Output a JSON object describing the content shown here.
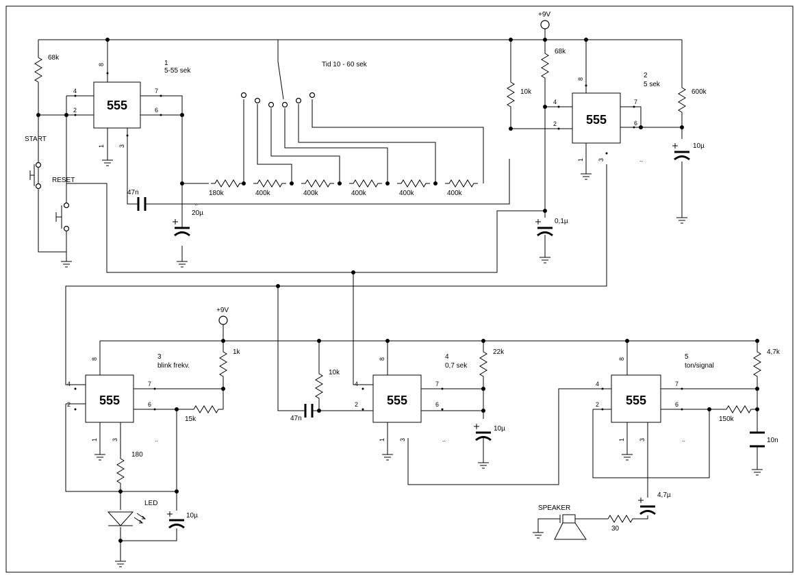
{
  "chips": [
    {
      "label": "555",
      "number": "1",
      "desc": "5-55 sek"
    },
    {
      "label": "555",
      "number": "2",
      "desc": "5 sek"
    },
    {
      "label": "555",
      "number": "3",
      "desc": "blink frekv."
    },
    {
      "label": "555",
      "number": "4",
      "desc": "0,7 sek"
    },
    {
      "label": "555",
      "number": "5",
      "desc": "ton/signal"
    }
  ],
  "pins": {
    "p1": "1",
    "p2": "2",
    "p3": "3",
    "p4": "4",
    "p6": "6",
    "p7": "7",
    "p8": "8",
    "nc": ".."
  },
  "labels": {
    "supply": "+9V",
    "start": "START",
    "reset": "RESET",
    "timer_switch": "Tid 10 - 60 sek",
    "led": "LED",
    "speaker": "SPEAKER"
  },
  "components": {
    "r_68k_left": "68k",
    "r_68k_top": "68k",
    "r_10k_top": "10k",
    "r_600k": "600k",
    "c_10u_2": "10µ",
    "c_47n_1": "47n",
    "c_20u": "20µ",
    "c_01u": "0,1µ",
    "r_180k": "180k",
    "r_400k": "400k",
    "r_1k": "1k",
    "r_15k": "15k",
    "r_180": "180",
    "c_10u_3": "10µ",
    "r_10k_4": "10k",
    "c_47n_4": "47n",
    "r_22k": "22k",
    "c_10u_4": "10µ",
    "r_4k7": "4,7k",
    "r_150k": "150k",
    "c_10n": "10n",
    "c_4u7": "4,7µ",
    "r_30": "30"
  }
}
